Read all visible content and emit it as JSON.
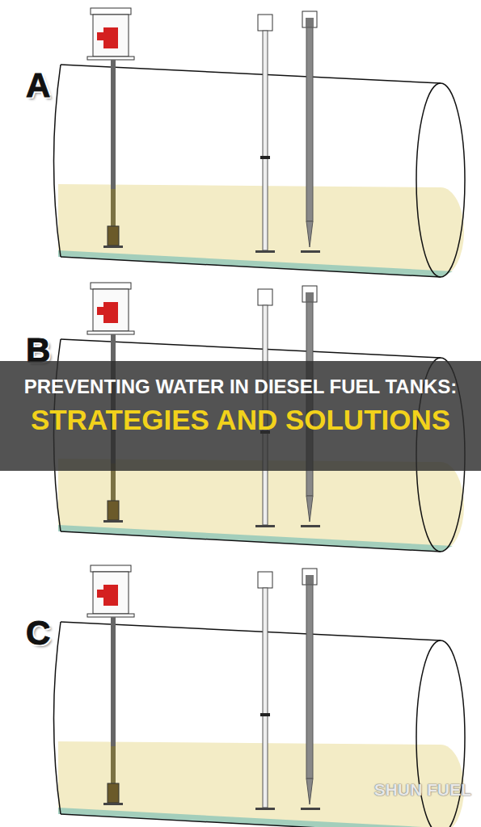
{
  "diagram": {
    "title": "PREVENTING WATER IN DIESEL FUEL TANKS:",
    "labels": [
      "A",
      "B",
      "C",
      "STRATEGIES AND SOLUTIONS",
      "SHUN FUEL"
    ]
  }
}
